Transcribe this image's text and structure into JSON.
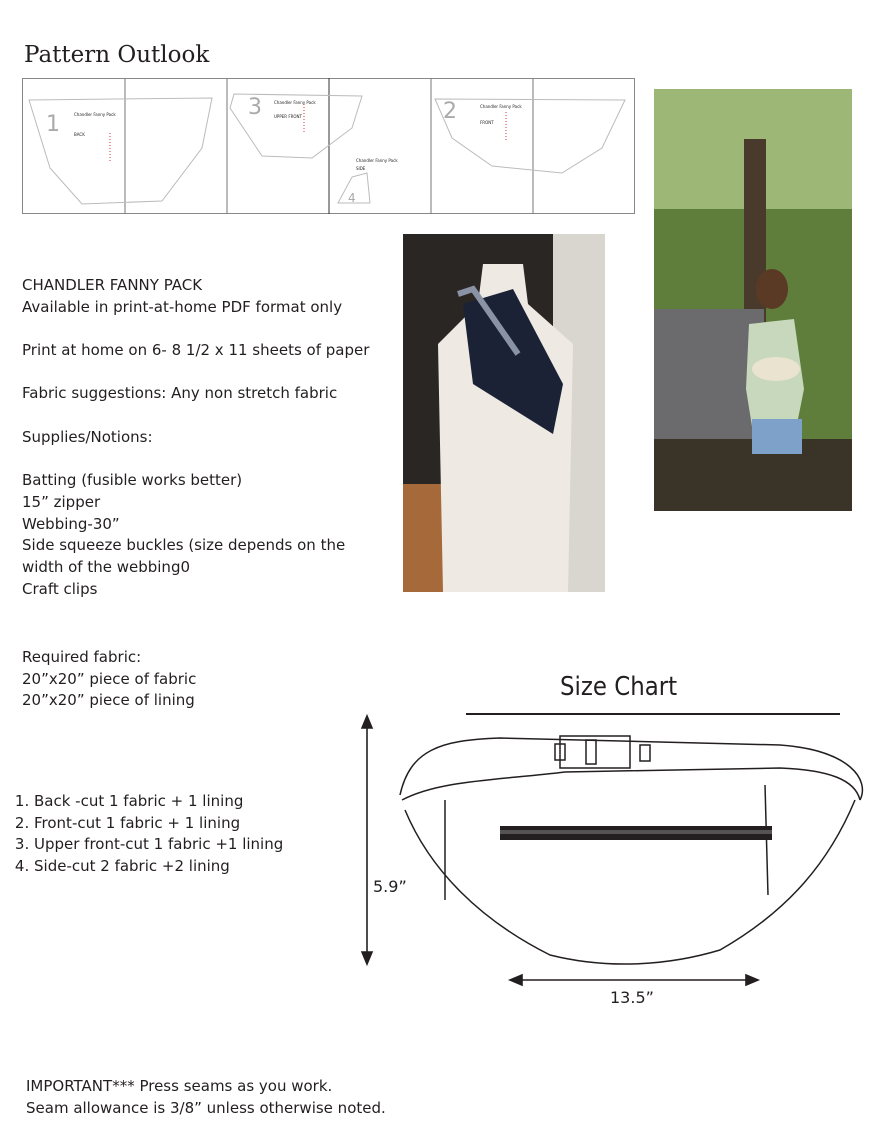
{
  "title": "Pattern Outlook",
  "pattern_pieces": [
    {
      "number": "1",
      "name": "BACK",
      "label": "Chandler Fanny Pack"
    },
    {
      "number": "3",
      "name": "UPPER FRONT",
      "label": "Chandler Fanny Pack"
    },
    {
      "number": "4",
      "name": "SIDE",
      "label": "Chandler Fanny Pack"
    },
    {
      "number": "2",
      "name": "FRONT",
      "label": "Chandler Fanny Pack"
    }
  ],
  "intro": {
    "heading": "CHANDLER FANNY PACK",
    "availability": "Available in print-at-home PDF format only",
    "print": "Print at home on 6- 8 1/2 x 11 sheets of paper",
    "fabric": "Fabric suggestions: Any non stretch fabric",
    "supplies_heading": "Supplies/Notions:",
    "supplies": [
      "Batting (fusible works better)",
      "15” zipper",
      "Webbing-30”",
      "Side squeeze buckles (size depends on the",
      "width of the webbing0",
      "Craft clips"
    ]
  },
  "required": {
    "heading": "Required fabric:",
    "items": [
      "20”x20” piece of fabric",
      "20”x20” piece of lining"
    ]
  },
  "cut_list": [
    "Back -cut 1 fabric + 1 lining",
    "Front-cut 1 fabric + 1 lining",
    "Upper front-cut 1 fabric +1 lining",
    "Side-cut 2 fabric +2 lining"
  ],
  "size_chart": {
    "title": "Size Chart",
    "height": "5.9”",
    "width": "13.5”"
  },
  "footer": [
    "IMPORTANT*** Press seams as you work.",
    "Seam allowance is 3/8” unless otherwise noted."
  ]
}
